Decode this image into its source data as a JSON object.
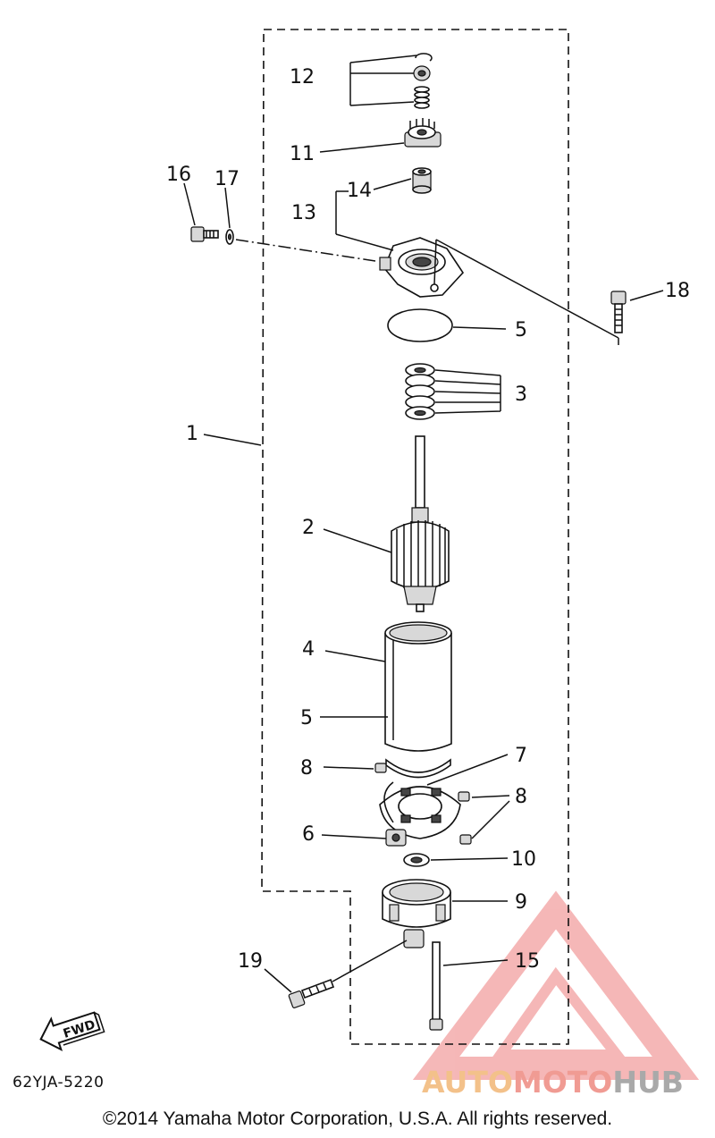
{
  "callouts": {
    "c1": "1",
    "c2": "2",
    "c3": "3",
    "c4": "4",
    "c5a": "5",
    "c5b": "5",
    "c6": "6",
    "c7": "7",
    "c8a": "8",
    "c8b": "8",
    "c9": "9",
    "c10": "10",
    "c11": "11",
    "c12": "12",
    "c13": "13",
    "c14": "14",
    "c15": "15",
    "c16": "16",
    "c17": "17",
    "c18": "18",
    "c19": "19"
  },
  "fwd_label": "FWD",
  "diagram_code": "62YJA-5220",
  "copyright": "©2014 Yamaha Motor Corporation, U.S.A. All rights reserved.",
  "watermark": {
    "auto": "AUTO",
    "moto": "MOTO",
    "hub": "HUB",
    "colors": {
      "auto": "#f3c18a",
      "moto": "#f09b93",
      "hub": "#a9a9a9",
      "logo": "#f2a0a0"
    }
  }
}
